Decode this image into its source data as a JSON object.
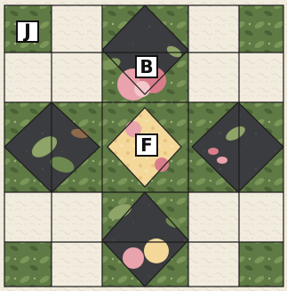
{
  "labels": {
    "j": "J",
    "b": "B",
    "f": "F"
  },
  "colors": {
    "cream": "#f2ecdf",
    "cream_shadow": "#e4dccb",
    "charcoal": "#3b3c3f",
    "green_dark": "#546b40",
    "green_mid": "#6f8a50",
    "green_light": "#8fa468",
    "yellow_print": "#f3d89a",
    "rose": "#e9a3ad",
    "rose_deep": "#d97d8b",
    "seam": "#1c1c1c"
  }
}
